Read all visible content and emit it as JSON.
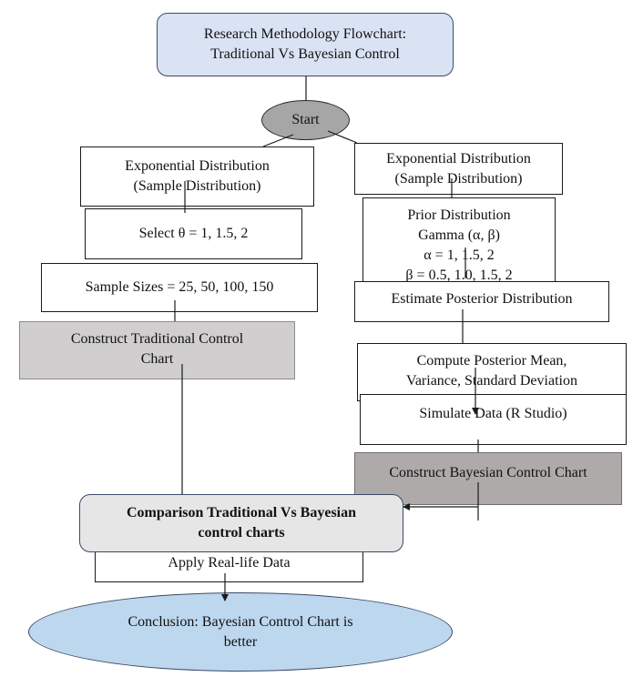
{
  "title": {
    "line1": "Research Methodology Flowchart:",
    "line2": "Traditional Vs Bayesian Control"
  },
  "start": "Start",
  "left": {
    "dist_line1": "Exponential Distribution",
    "dist_line2": "(Sample Distribution)",
    "theta": "Select θ = 1, 1.5, 2",
    "samples": "Sample Sizes = 25, 50, 100, 150",
    "traditional_line1": "Construct Traditional Control",
    "traditional_line2": "Chart"
  },
  "right": {
    "dist_line1": "Exponential Distribution",
    "dist_line2": "(Sample Distribution)",
    "prior_line1": "Prior Distribution",
    "prior_line2": "Gamma (α, β)",
    "prior_line3": "α = 1, 1.5, 2",
    "prior_line4": "β = 0.5, 1.0, 1.5, 2",
    "posterior": "Estimate Posterior Distribution",
    "compute_line1": "Compute Posterior Mean,",
    "compute_line2": "Variance, Standard Deviation",
    "simulate": "Simulate Data (R Studio)",
    "bayesian": "Construct Bayesian Control Chart"
  },
  "comparison": {
    "line1": "Comparison Traditional Vs Bayesian",
    "line2": "control charts"
  },
  "apply": "Apply Real-life Data",
  "conclusion": {
    "line1": "Conclusion: Bayesian Control Chart is",
    "line2": "better"
  },
  "colors": {
    "title_fill": "#dae3f3",
    "start_fill": "#a6a6a6",
    "traditional_fill": "#d0cece",
    "bayesian_fill": "#aeaaaa",
    "comparison_fill": "#e7e6e6",
    "conclusion_fill": "#bdd7ee",
    "line": "#1a1a1a"
  }
}
